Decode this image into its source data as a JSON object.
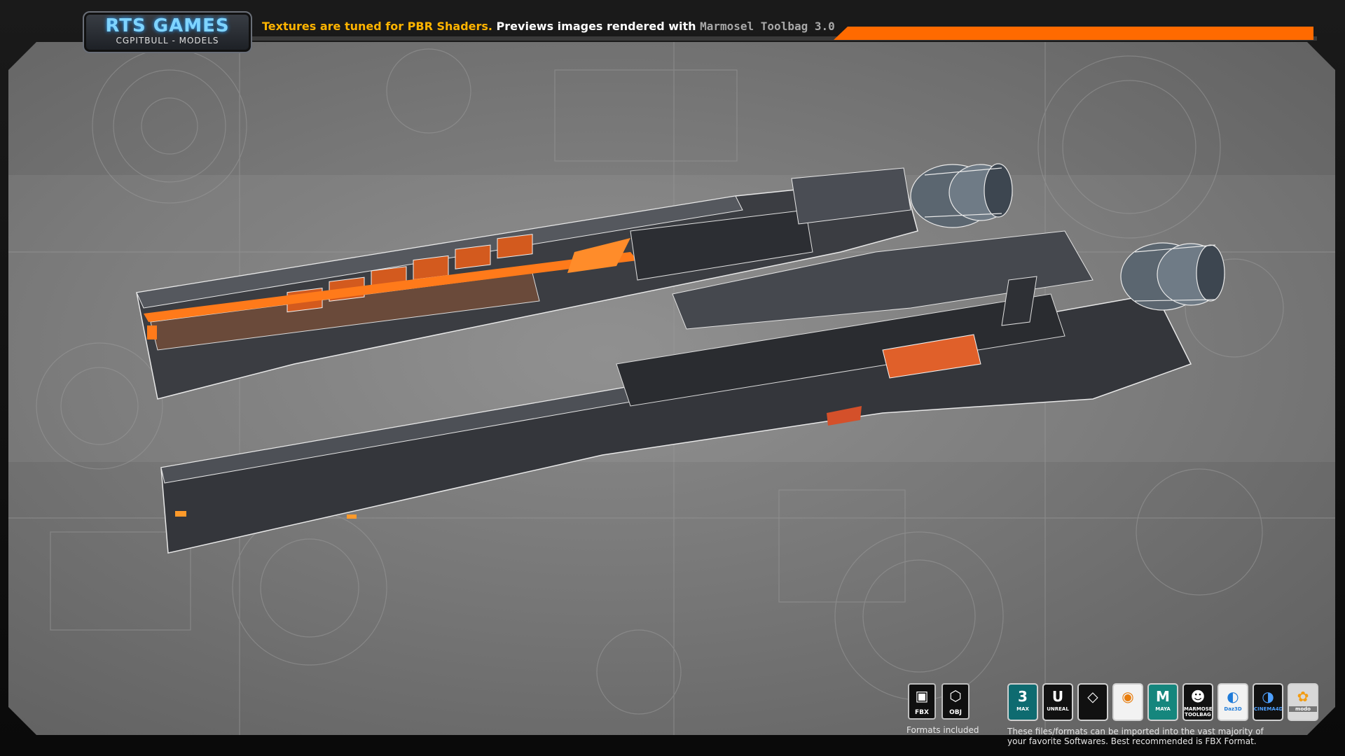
{
  "brand": {
    "title": "RTS GAMES",
    "subtitle": "CGPITBULL - MODELS"
  },
  "header": {
    "part1": "Textures are tuned for PBR Shaders.",
    "part2": " Previews images rendered with ",
    "part3": "Marmosel Toolbag 3.0"
  },
  "formats": {
    "items": [
      {
        "label": "FBX",
        "icon": "fbx-file-icon"
      },
      {
        "label": "OBJ",
        "icon": "obj-file-icon"
      }
    ],
    "caption": "Formats included"
  },
  "software": {
    "items": [
      {
        "label": "MAX",
        "glyph": "3",
        "icon": "3ds-max-icon"
      },
      {
        "label": "UNREAL",
        "glyph": "U",
        "icon": "unreal-engine-icon"
      },
      {
        "label": "",
        "glyph": "◇",
        "icon": "unity-icon"
      },
      {
        "label": "",
        "glyph": "◉",
        "icon": "blender-icon"
      },
      {
        "label": "MAYA",
        "glyph": "M",
        "icon": "maya-icon"
      },
      {
        "label": "MARMOSET TOOLBAG",
        "glyph": "☻",
        "icon": "marmoset-toolbag-icon"
      },
      {
        "label": "Daz3D",
        "glyph": "◐",
        "icon": "daz3d-icon"
      },
      {
        "label": "CINEMA4D",
        "glyph": "◑",
        "icon": "cinema4d-icon"
      },
      {
        "label": "modo",
        "glyph": "✿",
        "icon": "modo-icon"
      }
    ],
    "caption_line1": "These files/formats can be imported into the vast majority of",
    "caption_line2": "your favorite Softwares. Best recommended is FBX Format."
  },
  "colors": {
    "accent_orange": "#ff6a00",
    "brand_blue": "#7fd4ff",
    "highlight_yellow": "#ffb400"
  }
}
